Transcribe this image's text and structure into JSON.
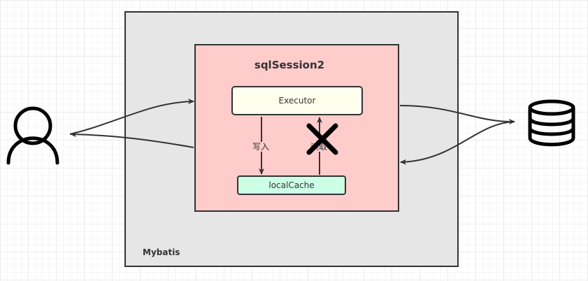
{
  "diagram": {
    "container_label": "Mybatis",
    "session_title": "sqlSession2",
    "executor_label": "Executor",
    "cache_label": "localCache",
    "write_edge_label": "写入",
    "read_edge_label": "读取",
    "icons": {
      "user": "user-icon",
      "database": "database-icon",
      "blocked": "cross-icon"
    }
  }
}
